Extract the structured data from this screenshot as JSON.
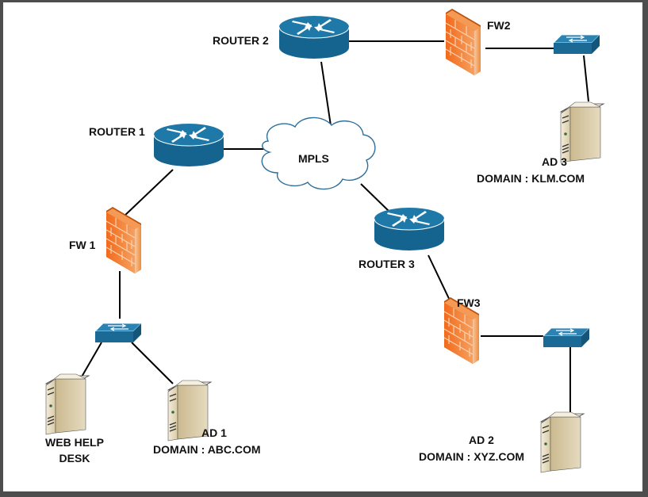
{
  "diagram": {
    "title": "Network Topology",
    "colors": {
      "router_blue": "#1a6b96",
      "switch_blue": "#1f6f99",
      "firewall_orange": "#f07a30",
      "server_beige": "#e8dcc0",
      "link": "#000000",
      "cloud_stroke": "#2f6f9a"
    },
    "nodes": {
      "router1": {
        "label": "ROUTER 1",
        "type": "router"
      },
      "router2": {
        "label": "ROUTER 2",
        "type": "router"
      },
      "router3": {
        "label": "ROUTER 3",
        "type": "router"
      },
      "mpls": {
        "label": "MPLS",
        "type": "cloud"
      },
      "fw1": {
        "label": "FW 1",
        "type": "firewall"
      },
      "fw2": {
        "label": "FW2",
        "type": "firewall"
      },
      "fw3": {
        "label": "FW3",
        "type": "firewall"
      },
      "switch1": {
        "type": "switch"
      },
      "switch2": {
        "type": "switch"
      },
      "switch3": {
        "type": "switch"
      },
      "webhelpdesk": {
        "label_line1": "WEB HELP",
        "label_line2": "DESK",
        "type": "server"
      },
      "ad1": {
        "label_line1": "AD 1",
        "label_line2": "DOMAIN : ABC.COM",
        "type": "server"
      },
      "ad2": {
        "label_line1": "AD 2",
        "label_line2": "DOMAIN : XYZ.COM",
        "type": "server"
      },
      "ad3": {
        "label_line1": "AD 3",
        "label_line2": "DOMAIN : KLM.COM",
        "type": "server"
      }
    },
    "edges": [
      [
        "router1",
        "mpls"
      ],
      [
        "router2",
        "mpls"
      ],
      [
        "mpls",
        "router3"
      ],
      [
        "router1",
        "fw1"
      ],
      [
        "fw1",
        "switch1"
      ],
      [
        "switch1",
        "webhelpdesk"
      ],
      [
        "switch1",
        "ad1"
      ],
      [
        "router2",
        "fw2"
      ],
      [
        "fw2",
        "switch2"
      ],
      [
        "switch2",
        "ad3"
      ],
      [
        "router3",
        "fw3"
      ],
      [
        "fw3",
        "switch3"
      ],
      [
        "switch3",
        "ad2"
      ]
    ]
  }
}
